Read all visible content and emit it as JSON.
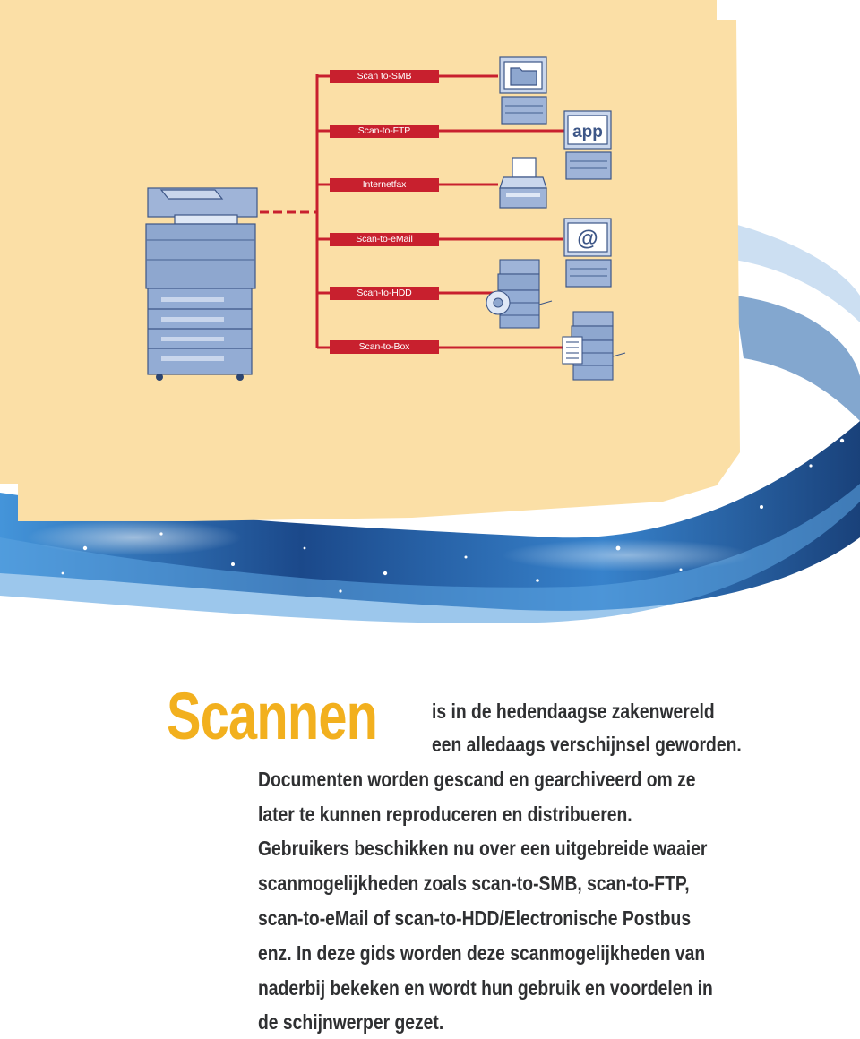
{
  "colors": {
    "panel": "#fbdfa6",
    "accent_red": "#c8202e",
    "heading_yellow": "#f2b01e",
    "text": "#2f3032",
    "device_blue": "#7f99c4",
    "wave_blue": "#1d5fa8"
  },
  "diagram": {
    "labels": [
      "Scan to-SMB",
      "Scan-to-FTP",
      "Internetfax",
      "Scan-to-eMail",
      "Scan-to-HDD",
      "Scan-to-Box"
    ],
    "app_screen_text": "app",
    "email_screen_text": "@",
    "icons": [
      "mfp-device-icon",
      "computer-folder-icon",
      "computer-app-icon",
      "fax-machine-icon",
      "computer-email-icon",
      "mfp-hdd-icon",
      "mfp-box-icon"
    ]
  },
  "article": {
    "headline": "Scannen",
    "intro_lines": [
      "is in de hedendaagse zakenwereld",
      "een alledaags verschijnsel geworden."
    ],
    "body_lines": [
      "Documenten worden gescand en gearchiveerd om ze",
      "later te kunnen reproduceren en distribueren.",
      "Gebruikers beschikken nu over een uitgebreide waaier",
      "scanmogelijkheden zoals scan-to-SMB, scan-to-FTP,",
      "scan-to-eMail of scan-to-HDD/Electronische Postbus",
      "enz. In deze gids worden deze scanmogelijkheden van",
      "naderbij bekeken en wordt hun gebruik en voordelen in",
      "de schijnwerper gezet."
    ]
  }
}
